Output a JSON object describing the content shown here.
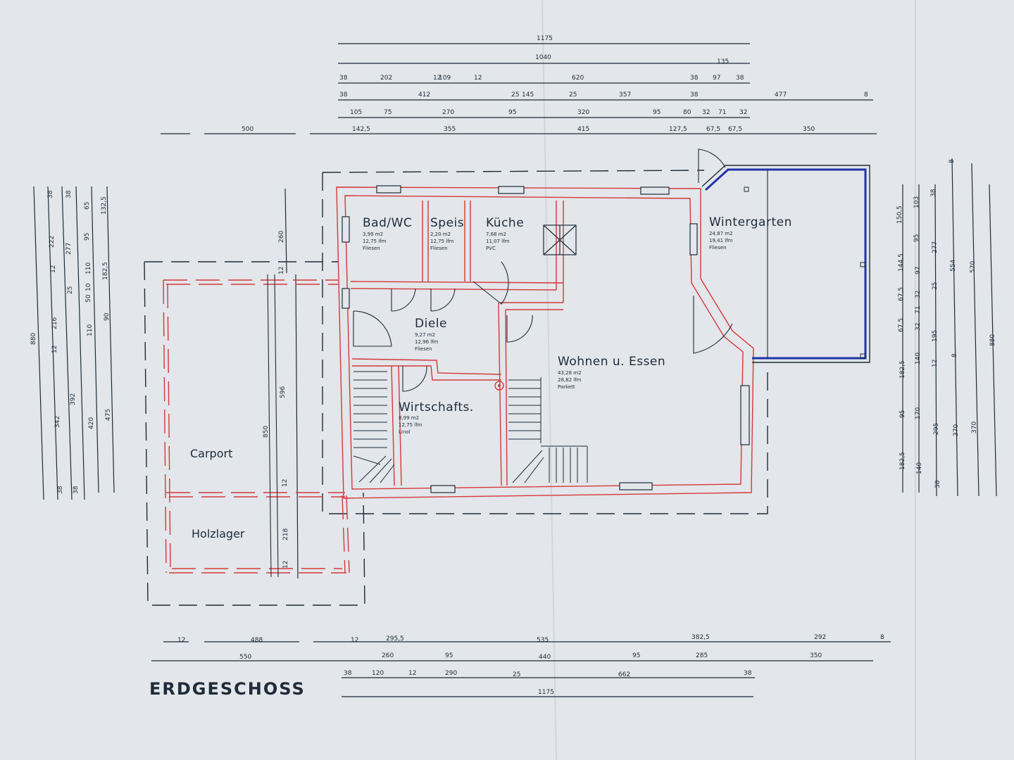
{
  "plan": {
    "title": "ERDGESCHOSS",
    "colors": {
      "paper": "#e3e6ea",
      "wall": "#d4383a",
      "line": "#1e2b3a",
      "glass": "#2233aa"
    },
    "rooms": [
      {
        "name": "Bad/WC",
        "area": "3,99 m2",
        "perimeter": "12,75 lfm",
        "floor": "Fliesen"
      },
      {
        "name": "Speis",
        "area": "2,20 m2",
        "perimeter": "12,75 lfm",
        "floor": "Fliesen"
      },
      {
        "name": "Küche",
        "area": "7,68 m2",
        "perimeter": "11,07 lfm",
        "floor": "PVC"
      },
      {
        "name": "Wintergarten",
        "area": "24,87 m2",
        "perimeter": "19,41 lfm",
        "floor": "Fliesen"
      },
      {
        "name": "Diele",
        "area": "9,27 m2",
        "perimeter": "12,96 lfm",
        "floor": "Fliesen"
      },
      {
        "name": "Wohnen u. Essen",
        "area": "43,28 m2",
        "perimeter": "28,82 lfm",
        "floor": "Parkett"
      },
      {
        "name": "Wirtschafts.",
        "area": "8,99 m2",
        "perimeter": "12,75 lfm",
        "floor": "Linol"
      }
    ],
    "outbuildings": {
      "carport": "Carport",
      "woodstore": "Holzlager"
    },
    "top_dimensions": {
      "row1": [
        "1175"
      ],
      "row2": [
        "1040",
        "135"
      ],
      "row3": [
        "38",
        "202",
        "12",
        "109",
        "12",
        "620",
        "38",
        "97",
        "38"
      ],
      "row4": [
        "38",
        "412",
        "25",
        "145",
        "25",
        "357",
        "38",
        "477",
        "8"
      ],
      "row5": [
        "105",
        "75",
        "270",
        "95",
        "320",
        "95",
        "80",
        "32",
        "71",
        "32"
      ],
      "row6": [
        "500",
        "142,5",
        "355",
        "415",
        "127,5",
        "67,5",
        "67,5",
        "350"
      ]
    },
    "bottom_dimensions": {
      "row1": [
        "12",
        "488",
        "12",
        "295,5",
        "535",
        "382,5",
        "292",
        "8"
      ],
      "row2": [
        "550",
        "260",
        "95",
        "440",
        "95",
        "285",
        "350"
      ],
      "row3": [
        "38",
        "120",
        "12",
        "290",
        "25",
        "662",
        "38"
      ],
      "row4": [
        "1175"
      ]
    },
    "left_dimensions": {
      "col1": [
        "880"
      ],
      "col2": [
        "38",
        "12",
        "342",
        "38"
      ],
      "col3": [
        "222",
        "12",
        "216"
      ],
      "col4": [
        "38",
        "277",
        "25",
        "392",
        "38"
      ],
      "col5": [
        "65",
        "95",
        "110",
        "10",
        "50",
        "110",
        "420"
      ],
      "col6": [
        "132,5",
        "182,5",
        "90",
        "475"
      ],
      "carport_col1": [
        "260",
        "12"
      ],
      "carport_col2": [
        "596",
        "850",
        "12",
        "218",
        "12"
      ]
    },
    "right_dimensions": {
      "col1": [
        "150,5",
        "144,5",
        "67,5",
        "67,5",
        "182,5",
        "95",
        "182,5"
      ],
      "col2": [
        "103",
        "95",
        "97",
        "32",
        "71",
        "32",
        "140",
        "170",
        "140"
      ],
      "col3": [
        "38",
        "277",
        "25",
        "195",
        "12",
        "295",
        "38"
      ],
      "col4": [
        "8",
        "554",
        "8",
        "370"
      ],
      "col5": [
        "570",
        "370"
      ],
      "col6": [
        "880"
      ]
    }
  }
}
